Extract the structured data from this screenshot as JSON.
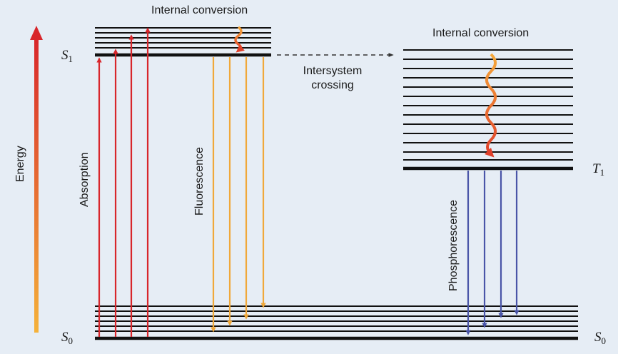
{
  "labels": {
    "energy": "Energy",
    "absorption": "Absorption",
    "fluorescence": "Fluorescence",
    "phosphorescence": "Phosphorescence",
    "internal_conversion_s1": "Internal conversion",
    "internal_conversion_t1": "Internal conversion",
    "isc_line1": "Intersystem",
    "isc_line2": "crossing"
  },
  "states": {
    "s1": {
      "letter": "S",
      "sub": "1"
    },
    "s0_left": {
      "letter": "S",
      "sub": "0"
    },
    "s0_right": {
      "letter": "S",
      "sub": "0"
    },
    "t1": {
      "letter": "T",
      "sub": "1"
    }
  },
  "colors": {
    "background": "#e6edf5",
    "level": "#111111",
    "absorption": "#d8262b",
    "fluorescence": "#f0a83a",
    "phosphorescence": "#4a55a8",
    "energy_top": "#d8262b",
    "energy_bottom": "#f5b23a"
  }
}
